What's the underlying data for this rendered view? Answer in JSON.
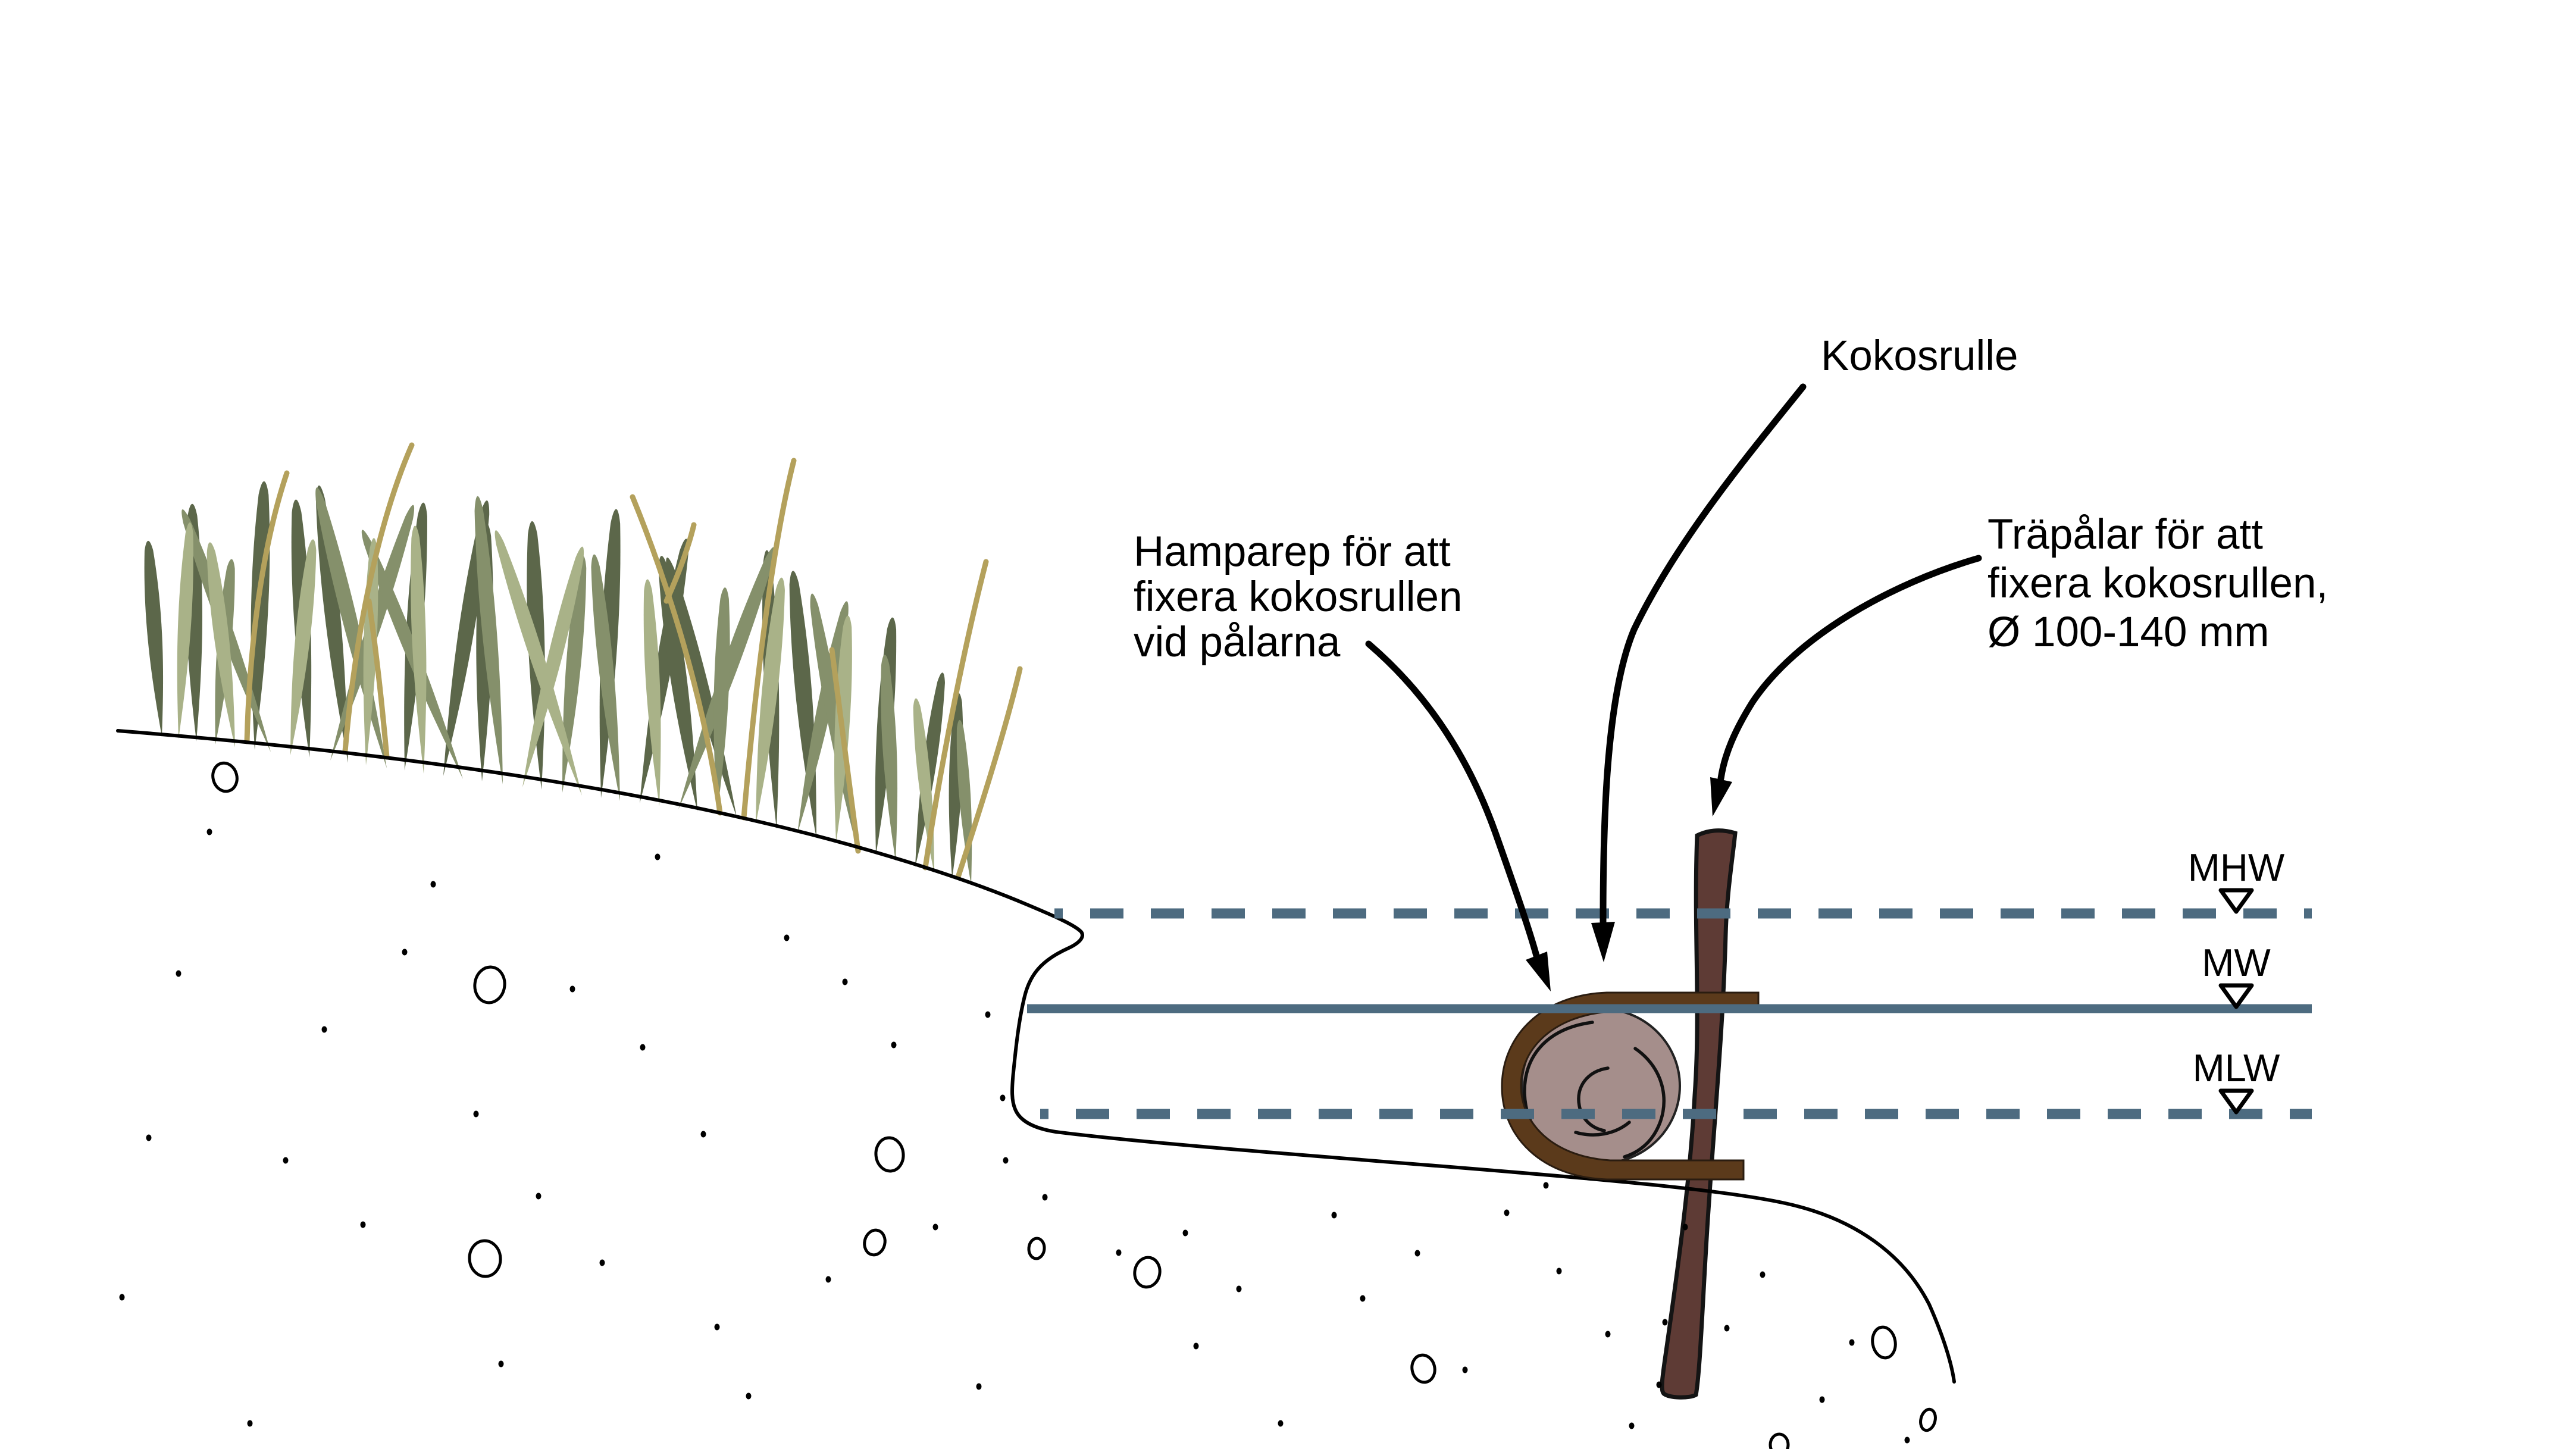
{
  "diagram": {
    "annotations": {
      "kokosrulle": {
        "text": "Kokosrulle"
      },
      "hamparep": {
        "line1": "Hamparep för att",
        "line2": "fixera kokosrullen",
        "line3": "vid pålarna"
      },
      "trapalar": {
        "line1": "Träpålar för att",
        "line2": "fixera kokosrullen,",
        "line3": "Ø 100-140 mm"
      }
    },
    "water_levels": [
      {
        "label": "MHW",
        "symbol": "water-level-triangle",
        "line_style": "dashed"
      },
      {
        "label": "MW",
        "symbol": "water-level-triangle",
        "line_style": "solid"
      },
      {
        "label": "MLW",
        "symbol": "water-level-triangle",
        "line_style": "dashed"
      }
    ],
    "colors": {
      "background": "#ffffff",
      "ink": "#000000",
      "water_line": "#4d6b80",
      "pole_fill": "#5e3b35",
      "rope_fill": "#5b3a1b",
      "roll_fill": "#a58e8b",
      "grass_dark": "#5c674a",
      "grass_mid": "#85906b",
      "grass_light": "#a9b288",
      "straw": "#b4a15c"
    }
  }
}
